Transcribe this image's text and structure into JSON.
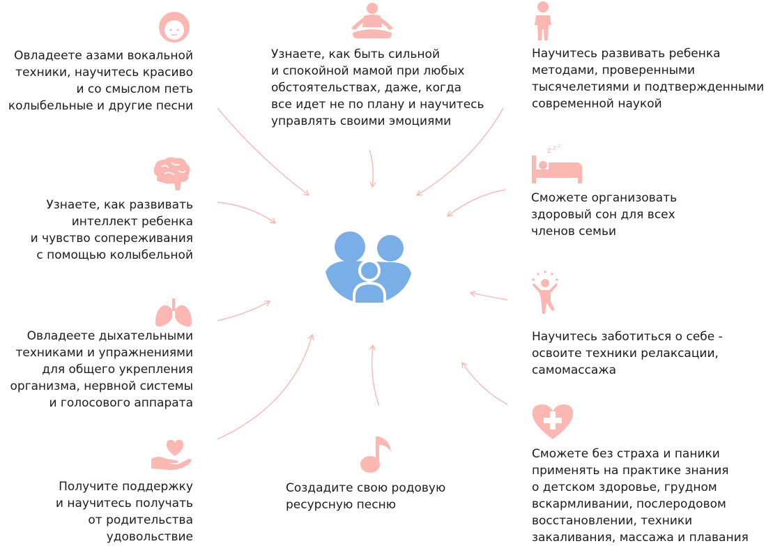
{
  "colors": {
    "icon_pink": "#fbb8b3",
    "arrow": "#f7b9b3",
    "center_blue": "#7aaee6",
    "text": "#1c1c1c"
  },
  "center": {
    "icon": "family-icon"
  },
  "items": [
    {
      "id": "vocal",
      "icon": "girl-face-icon",
      "text": "Овладеете азами вокальной\nтехники, научитесь красиво\nи со смыслом петь\nколыбельные и другие песни"
    },
    {
      "id": "calm-mom",
      "icon": "meditation-icon",
      "text": "Узнаете, как быть сильной\nи спокойной мамой при любых\nобстоятельствах, даже, когда\nвсе идет не по плану и научитесь\nуправлять своими эмоциями"
    },
    {
      "id": "develop-child",
      "icon": "child-icon",
      "text": "Научитесь развивать ребенка\nметодами, проверенными\nтысячелетиями и подтвержденными\nсовременной наукой"
    },
    {
      "id": "intellect",
      "icon": "brain-icon",
      "text": "Узнаете, как развивать\nинтеллект ребенка\nи чувство сопереживания\nс помощью колыбельной"
    },
    {
      "id": "sleep",
      "icon": "sleep-bed-icon",
      "text": "Сможете организовать\nздоровый сон для всех\nчленов семьи"
    },
    {
      "id": "breathing",
      "icon": "lungs-icon",
      "text": "Овладеете дыхательными\nтехниками и упражнениями\nдля общего укрепления\nорганизма, нервной системы\nи голосового аппарата"
    },
    {
      "id": "self-care",
      "icon": "juggler-icon",
      "text": "Научитесь заботиться о себе -\nосвоите техники релаксации,\nсамомассажа"
    },
    {
      "id": "support",
      "icon": "heart-hand-icon",
      "text": "Получите поддержку\nи научитесь получать\nот родительства\nудовольствие"
    },
    {
      "id": "song",
      "icon": "music-note-icon",
      "text": "Создадите свою родовую\nресурсную песню"
    },
    {
      "id": "health",
      "icon": "medical-heart-icon",
      "text": "Сможете без страха и паники\nприменять на практике знания\nо детском здоровье, грудном\nвскармливании, послеродовом\nвосстановлении, техники\nзакаливания, массажа и плавания"
    }
  ]
}
